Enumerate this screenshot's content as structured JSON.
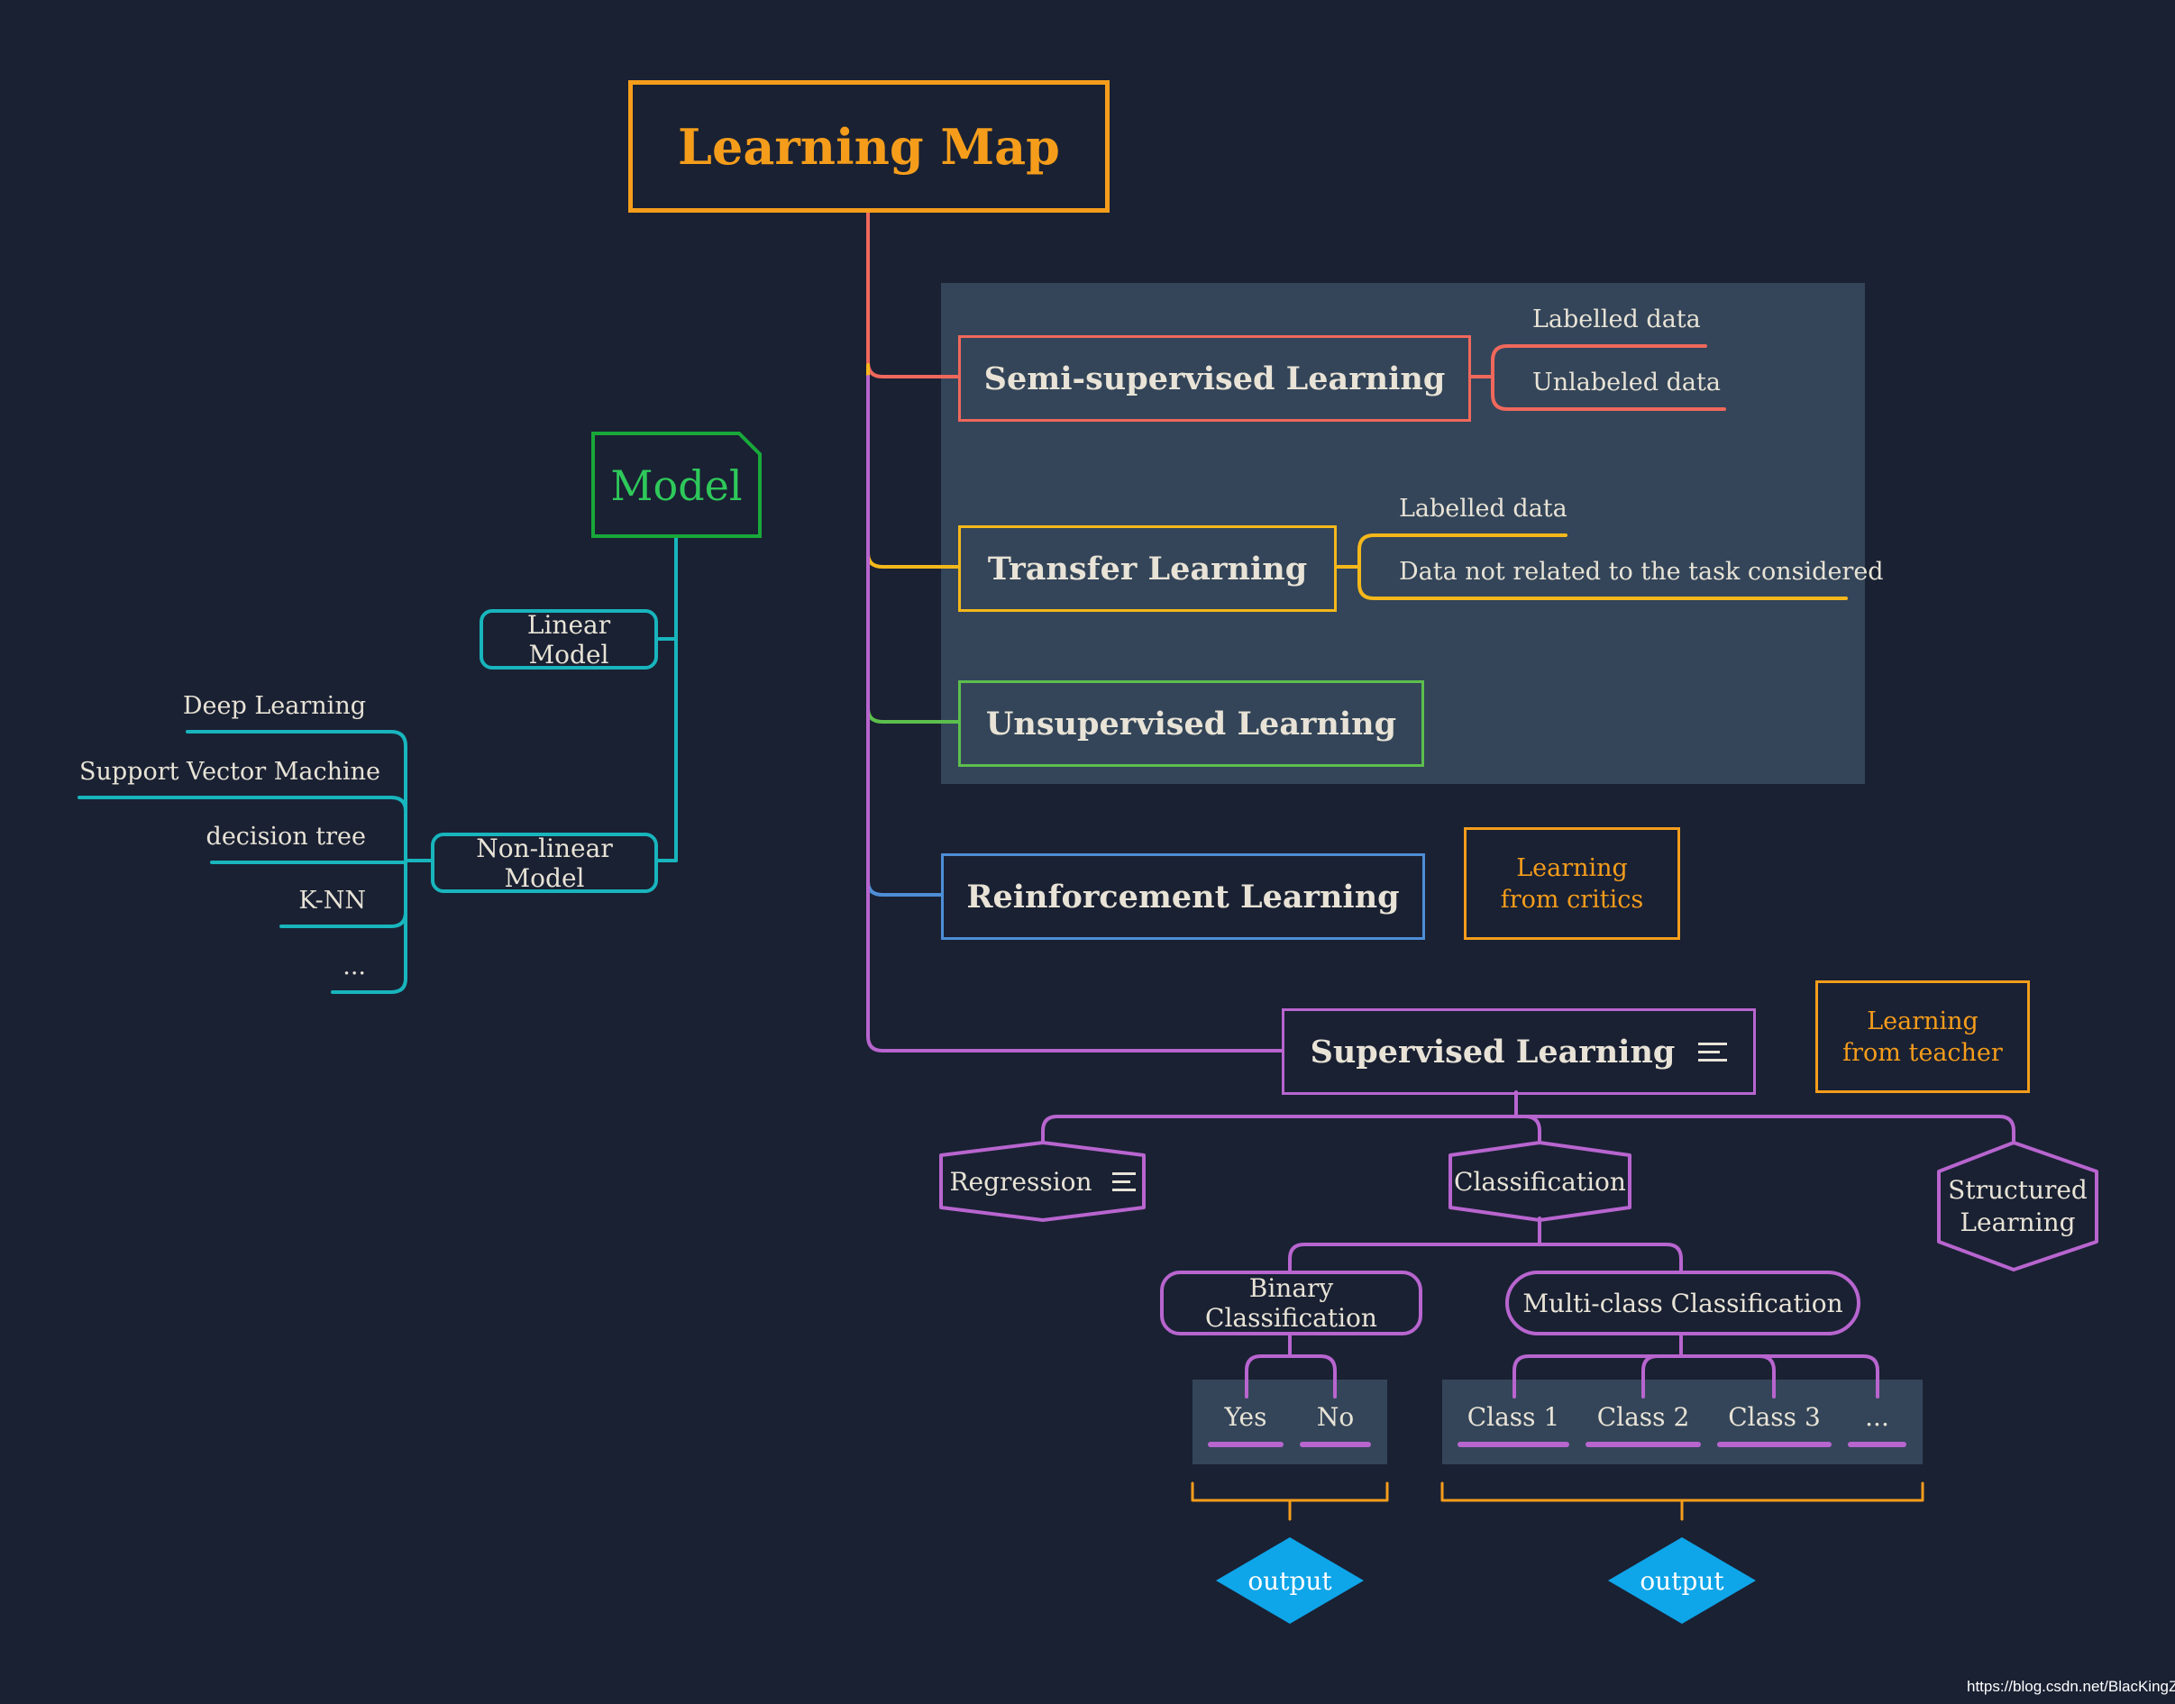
{
  "title": "Learning Map",
  "model": {
    "label": "Model",
    "linear": "Linear Model",
    "nonlinear": "Non-linear Model",
    "nonlinear_items": [
      "Deep Learning",
      "Support Vector Machine",
      "decision tree",
      "K-NN",
      "..."
    ]
  },
  "semi": {
    "label": "Semi-supervised Learning",
    "items": [
      "Labelled data",
      "Unlabeled data"
    ]
  },
  "transfer": {
    "label": "Transfer Learning",
    "items": [
      "Labelled data",
      "Data not related to the task considered"
    ]
  },
  "unsupervised": {
    "label": "Unsupervised Learning"
  },
  "reinforcement": {
    "label": "Reinforcement Learning",
    "note": "Learning from critics"
  },
  "supervised": {
    "label": "Supervised Learning",
    "note": "Learning from teacher",
    "regression": "Regression",
    "classification": "Classification",
    "structured": "Structured Learning",
    "binary": "Binary Classification",
    "multiclass": "Multi-class Classification",
    "binary_items": [
      "Yes",
      "No"
    ],
    "multi_items": [
      "Class 1",
      "Class 2",
      "Class 3",
      "..."
    ],
    "output": "output"
  },
  "colors": {
    "title": "#f59d1b",
    "semi": "#f0685c",
    "transfer": "#f5b81b",
    "unsupervised": "#5cbf4d",
    "reinforcement": "#4e8ed6",
    "supervised": "#b865cf",
    "model": "#18a83a",
    "model_text": "#2ec95a",
    "teal": "#18b5bd",
    "output": "#0ea5e9",
    "panel": "#344559",
    "background": "#1a2133"
  },
  "credit": "https://blog.csdn.net/BlacKingZ"
}
